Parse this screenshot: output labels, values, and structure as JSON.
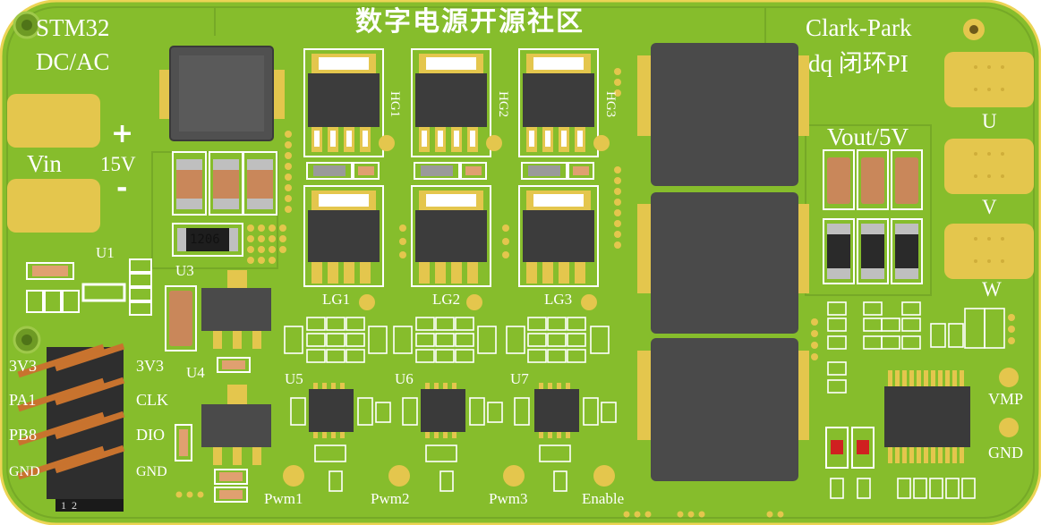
{
  "board": {
    "title": "数字电源开源社区",
    "left_heading": [
      "STM32",
      "DC/AC"
    ],
    "right_heading": [
      "Clark-Park",
      "dq 闭环PI"
    ],
    "input": {
      "label": "Vin",
      "plus": "+",
      "voltage": "15V",
      "minus": "-"
    },
    "output": {
      "label": "Vout/5V"
    },
    "phases": [
      "U",
      "V",
      "W"
    ],
    "gate_high": [
      "HG1",
      "HG2",
      "HG3"
    ],
    "gate_low": [
      "LG1",
      "LG2",
      "LG3"
    ],
    "regulators": [
      "U1",
      "U3",
      "U4"
    ],
    "drivers": [
      "U5",
      "U6",
      "U7"
    ],
    "resistor_code": "1206",
    "header_left": [
      "3V3",
      "PA1",
      "PB8",
      "GND"
    ],
    "header_right": [
      "3V3",
      "CLK",
      "DIO",
      "GND"
    ],
    "header_pins": [
      "1",
      "2"
    ],
    "test_points": [
      "Pwm1",
      "Pwm2",
      "Pwm3",
      "Enable"
    ],
    "right_tp": [
      "VMP",
      "GND"
    ]
  },
  "colors": {
    "pcb": "#86bd2c",
    "pcb_dark": "#6f9f1f",
    "outline": "#ecd455",
    "pad": "#e4c64d",
    "silk": "#ffffff",
    "ic": "#3a3a3a",
    "inductor": "#4a4a4a",
    "cap": "#c9875a",
    "header_pin": "#c8732e"
  }
}
